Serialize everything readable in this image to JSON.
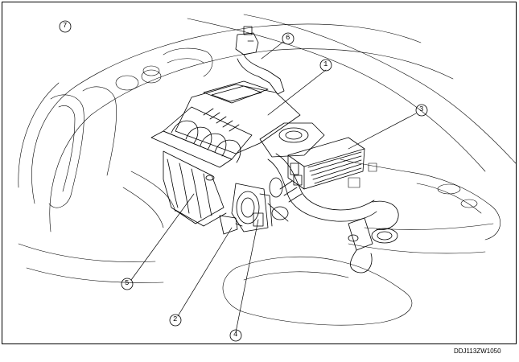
{
  "callouts": [
    {
      "id": "1",
      "label": "1"
    },
    {
      "id": "2",
      "label": "2"
    },
    {
      "id": "3",
      "label": "3"
    },
    {
      "id": "4",
      "label": "4"
    },
    {
      "id": "5",
      "label": "5"
    },
    {
      "id": "6",
      "label": "6"
    },
    {
      "id": "7",
      "label": "7"
    }
  ],
  "reference_code": "DDJ113ZW1050",
  "colors": {
    "line": "#000000",
    "background": "#ffffff"
  }
}
